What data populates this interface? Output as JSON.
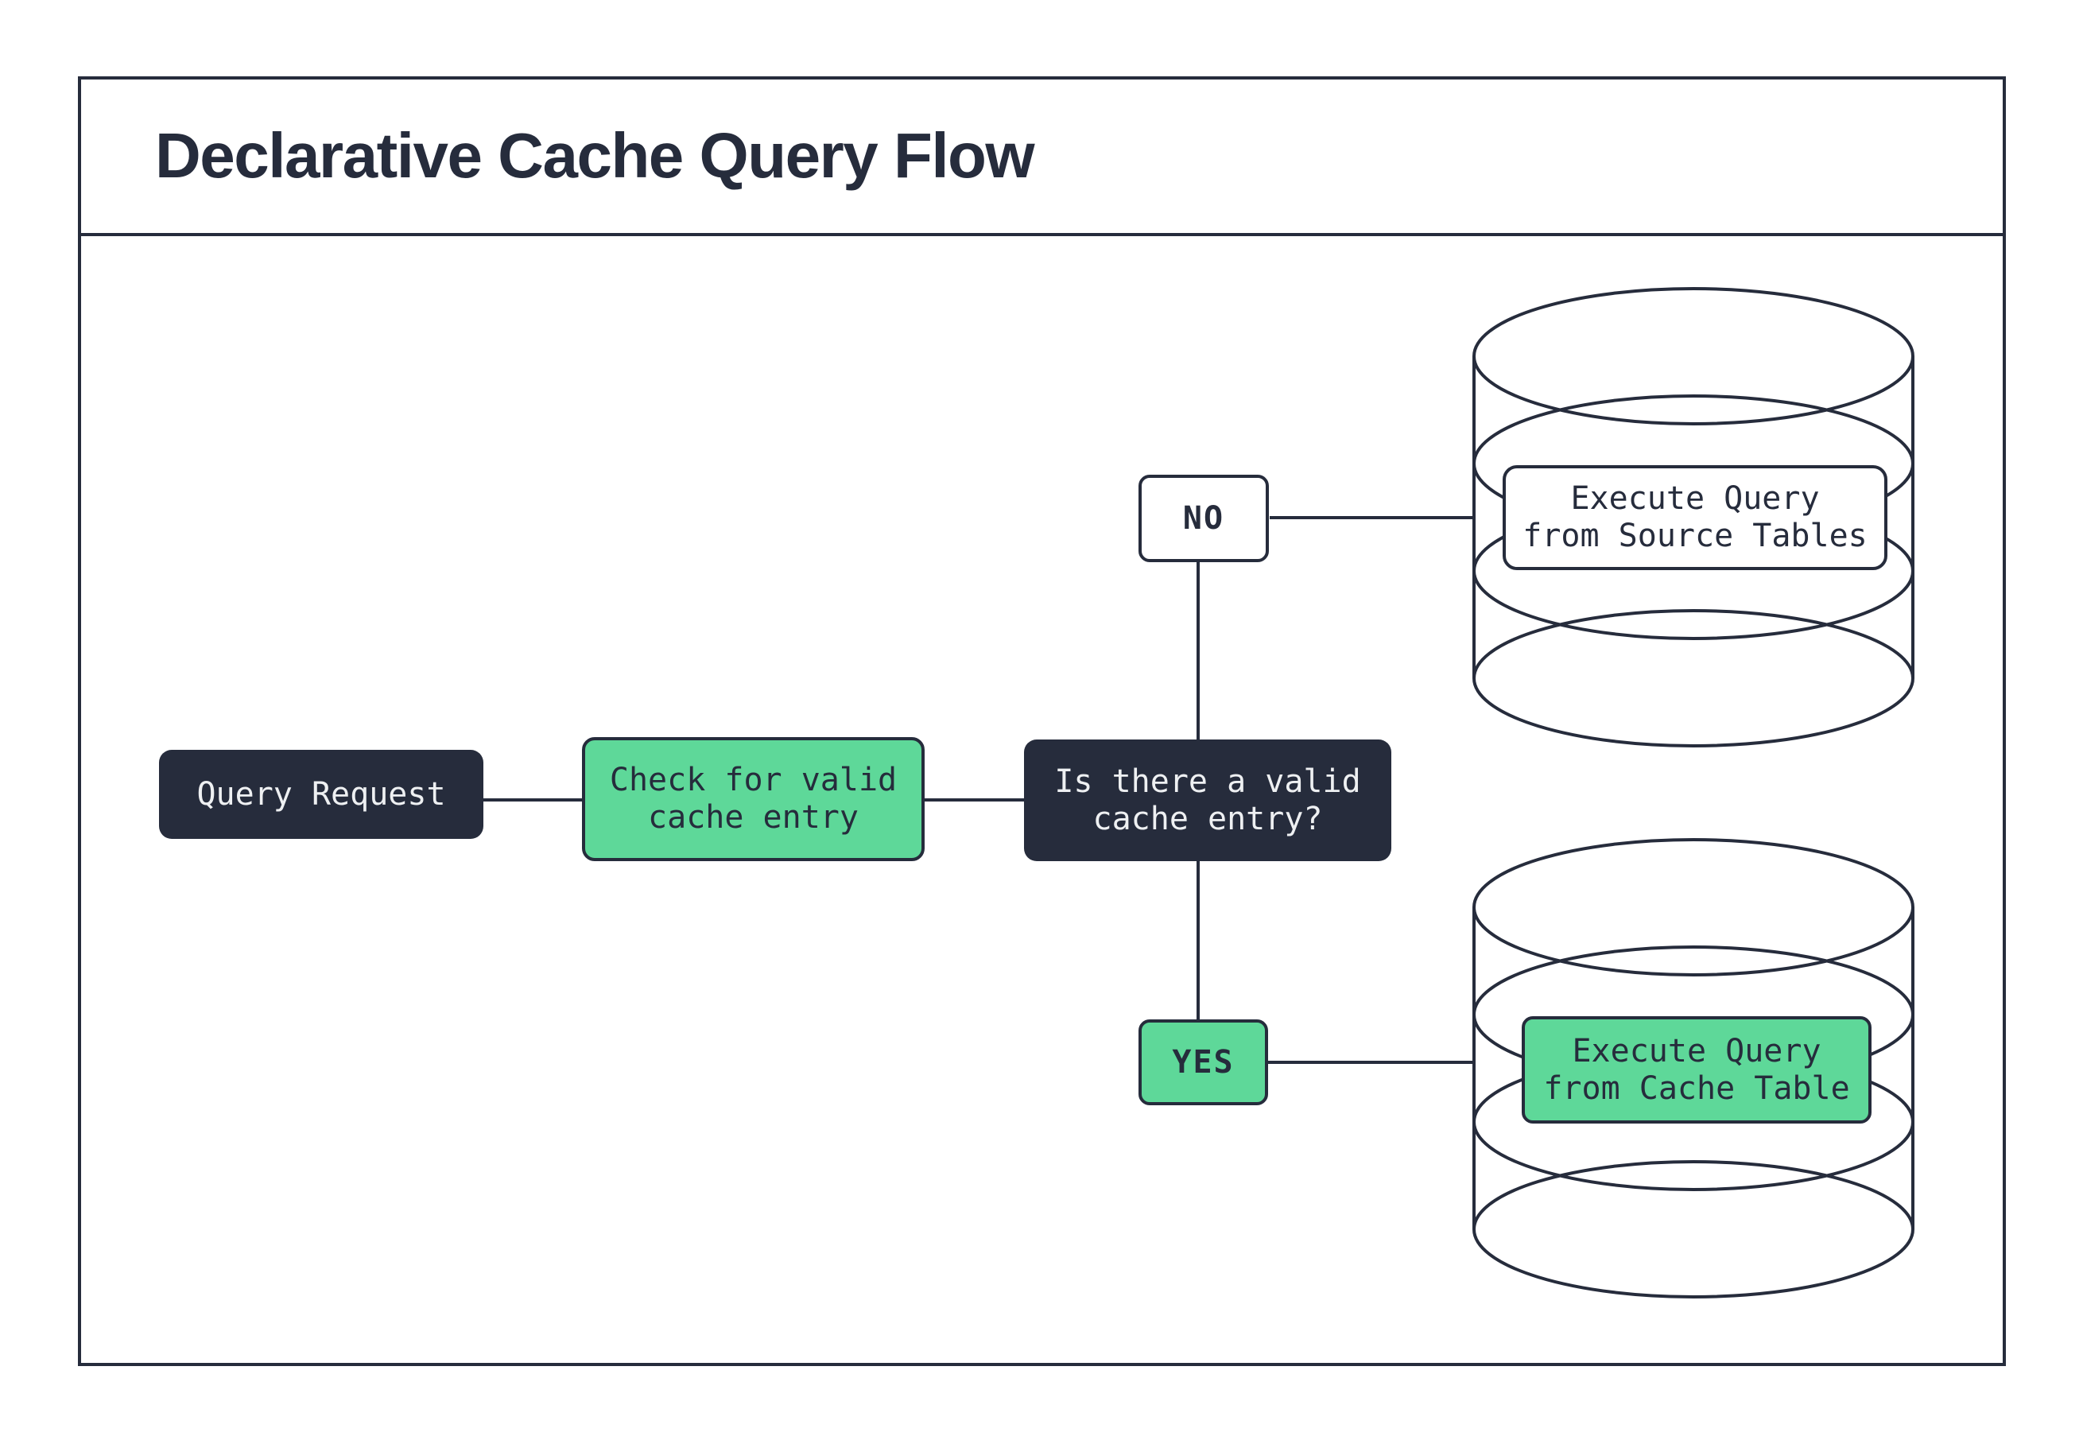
{
  "title": "Declarative Cache Query Flow",
  "colors": {
    "dark_navy": "#262c3c",
    "green": "#5ed899",
    "white": "#ffffff",
    "light_text": "#eef0f2"
  },
  "nodes": {
    "query_request": {
      "label": "Query Request"
    },
    "check_cache": {
      "label": "Check for valid\ncache entry"
    },
    "decision": {
      "label": "Is there a valid\ncache entry?"
    },
    "branch_no": {
      "label": "NO"
    },
    "branch_yes": {
      "label": "YES"
    },
    "source_db": {
      "label": "Execute Query\nfrom Source Tables"
    },
    "cache_db": {
      "label": "Execute Query\nfrom Cache Table"
    }
  }
}
